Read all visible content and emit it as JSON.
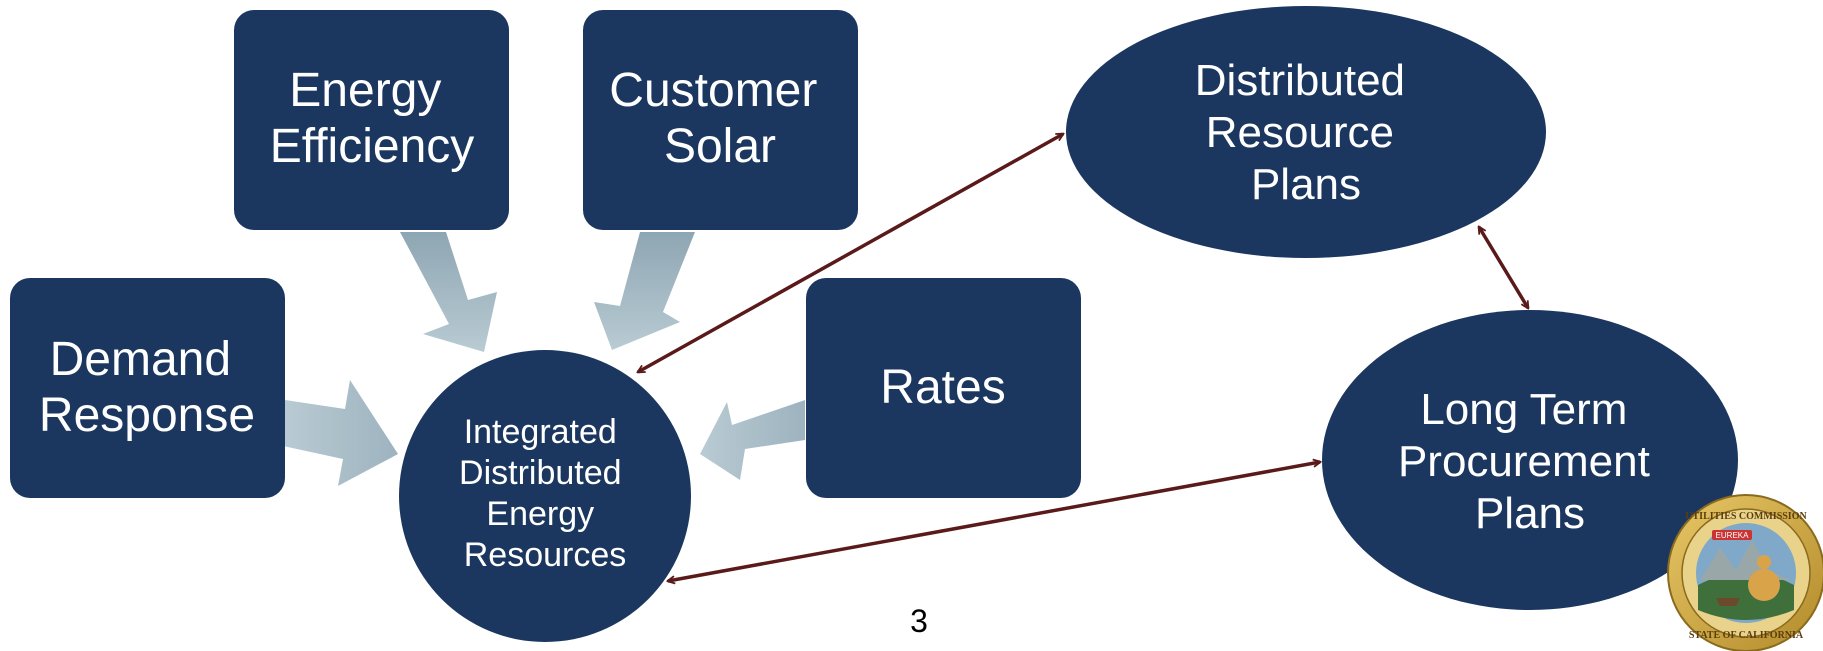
{
  "nodes": {
    "energy_efficiency": {
      "lines": [
        "Energy",
        "Efficiency"
      ]
    },
    "customer_solar": {
      "lines": [
        "Customer",
        "Solar"
      ]
    },
    "demand_response": {
      "lines": [
        "Demand",
        "Response"
      ]
    },
    "rates": {
      "lines": [
        "Rates"
      ]
    },
    "integrated_der": {
      "lines": [
        "Integrated",
        "Distributed",
        "Energy",
        "Resources"
      ]
    },
    "distributed_resource_plans": {
      "lines": [
        "Distributed",
        "Resource",
        "Plans"
      ]
    },
    "long_term_procurement_plans": {
      "lines": [
        "Long Term",
        "Procurement",
        "Plans"
      ]
    }
  },
  "page_number": "3",
  "seal": {
    "description_icon": "california-public-utilities-commission-seal",
    "text_top": "UTILITIES COMMISSION",
    "text_bottom": "STATE OF CALIFORNIA",
    "text_banner": "EUREKA"
  },
  "colors": {
    "node_fill": "#1b375f",
    "node_text": "#ffffff",
    "flow_arrow": "#a7bcc6",
    "connector": "#5a1a1a"
  }
}
